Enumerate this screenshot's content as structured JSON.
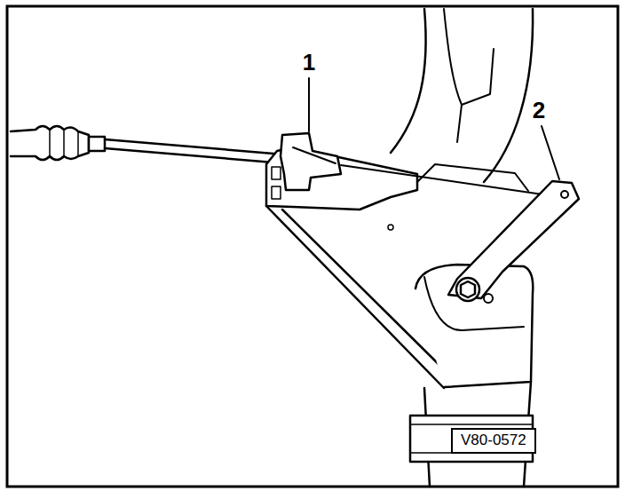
{
  "diagram": {
    "nodes": [
      {
        "text": [
          "V80-0572"
        ]
      }
    ],
    "labels": [
      "1",
      "2"
    ]
  }
}
